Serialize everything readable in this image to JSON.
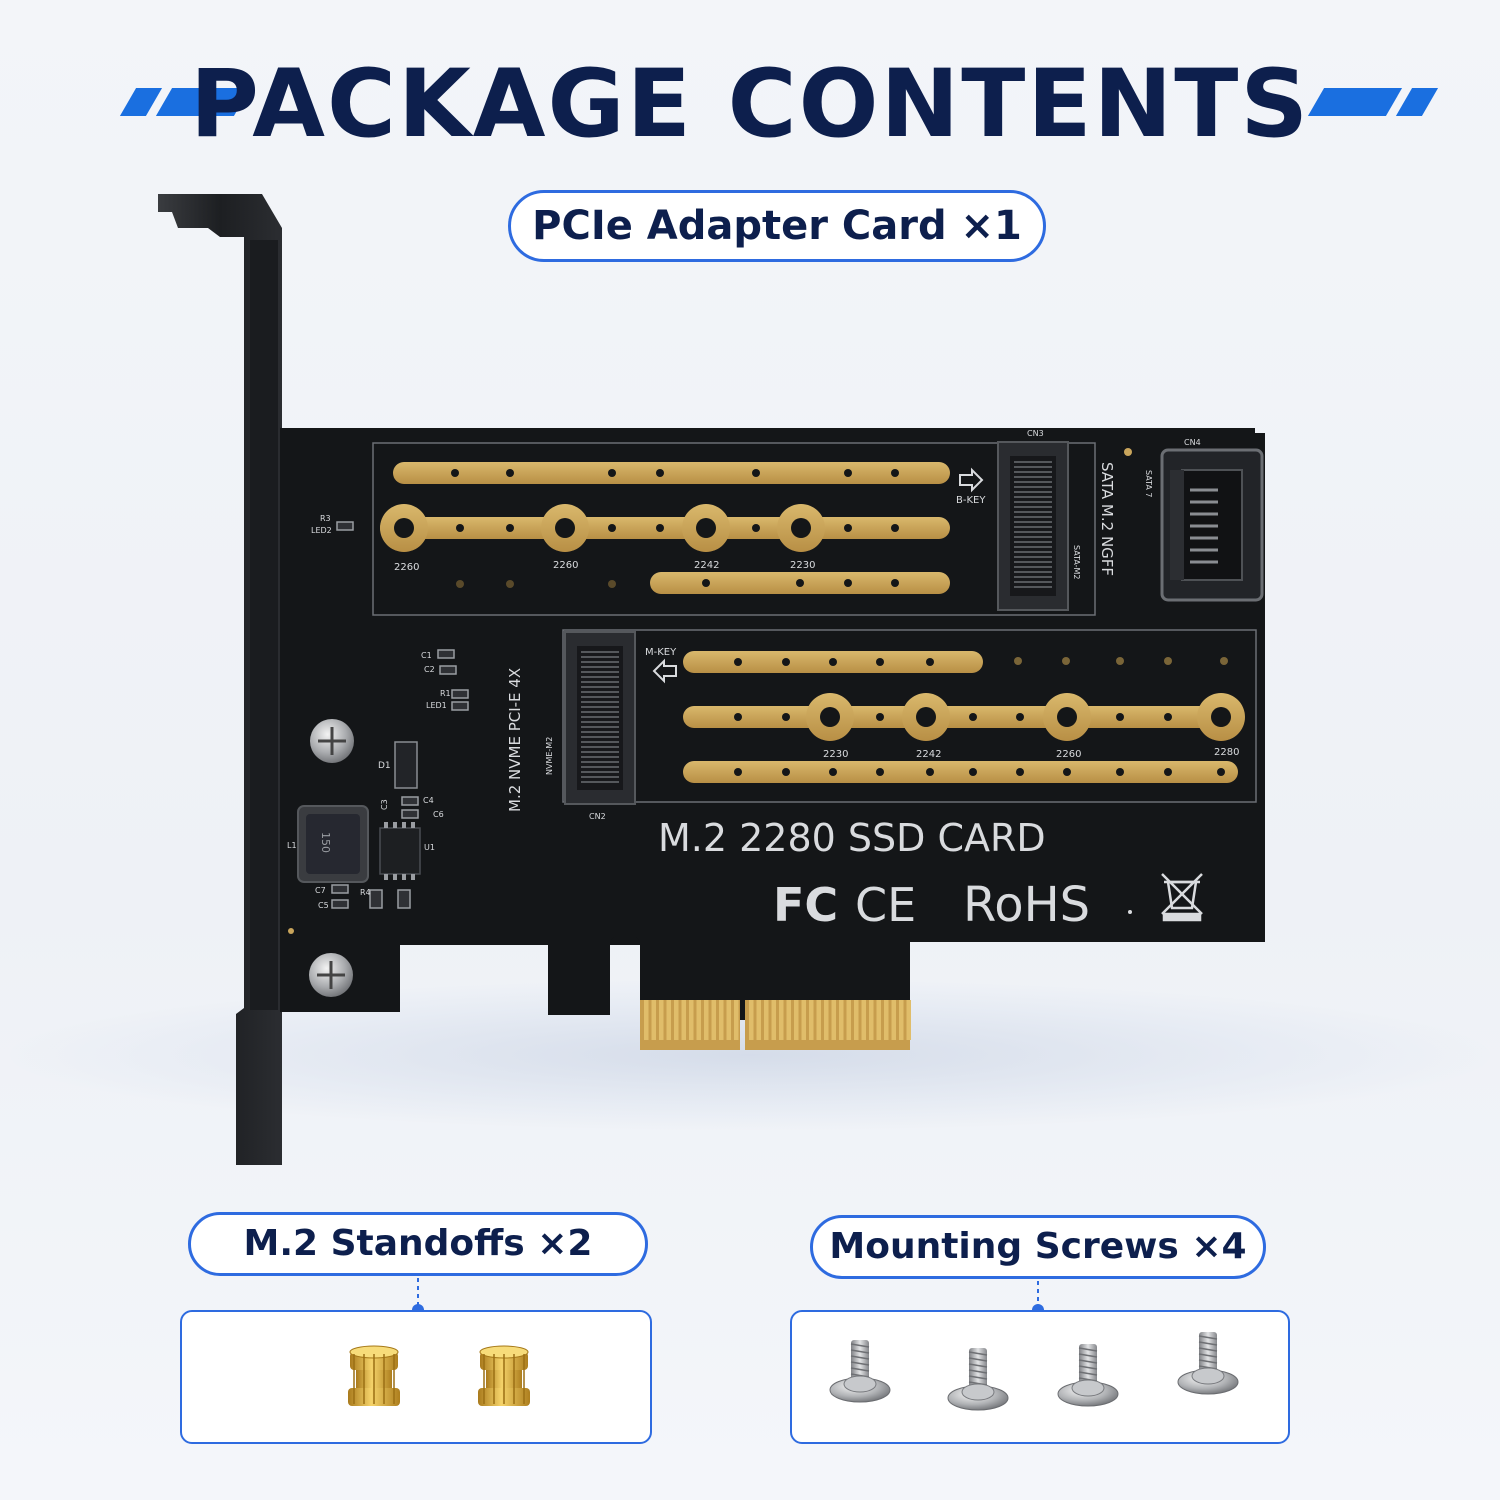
{
  "title": "PACKAGE CONTENTS",
  "items": {
    "card": {
      "label": "PCIe Adapter Card ×1"
    },
    "standoffs": {
      "label": "M.2 Standoffs ×2",
      "count": 2
    },
    "screws": {
      "label": "Mounting Screws ×4",
      "count": 4
    }
  },
  "card_print": {
    "main": "M.2 2280 SSD CARD",
    "fc": "FC",
    "ce": "CE",
    "rohs": "RoHS",
    "sata_label": "SATA M.2 NGFF",
    "nvme_label": "M.2 NVME PCI-E 4X",
    "bkey": "B-KEY",
    "mkey": "M-KEY",
    "cn2": "CN2",
    "cn3": "CN3",
    "cn4": "CN4",
    "sata7": "SATA 7",
    "sata_m2": "SATA-M2",
    "nvme_m2": "NVME-M2",
    "sizes_top": [
      "2260",
      "2260",
      "2242",
      "2230"
    ],
    "sizes_bottom": [
      "2230",
      "2242",
      "2260",
      "2280"
    ],
    "silk": [
      "R3",
      "LED2",
      "C1",
      "C2",
      "R1",
      "LED1",
      "D1",
      "C3",
      "C4",
      "C5",
      "C6",
      "L1",
      "U1",
      "C7",
      "R4",
      "150"
    ]
  },
  "colors": {
    "accent": "#2e6be0",
    "title": "#0d1f4d",
    "pcb": "#141618",
    "gold": "#c9a55c"
  }
}
